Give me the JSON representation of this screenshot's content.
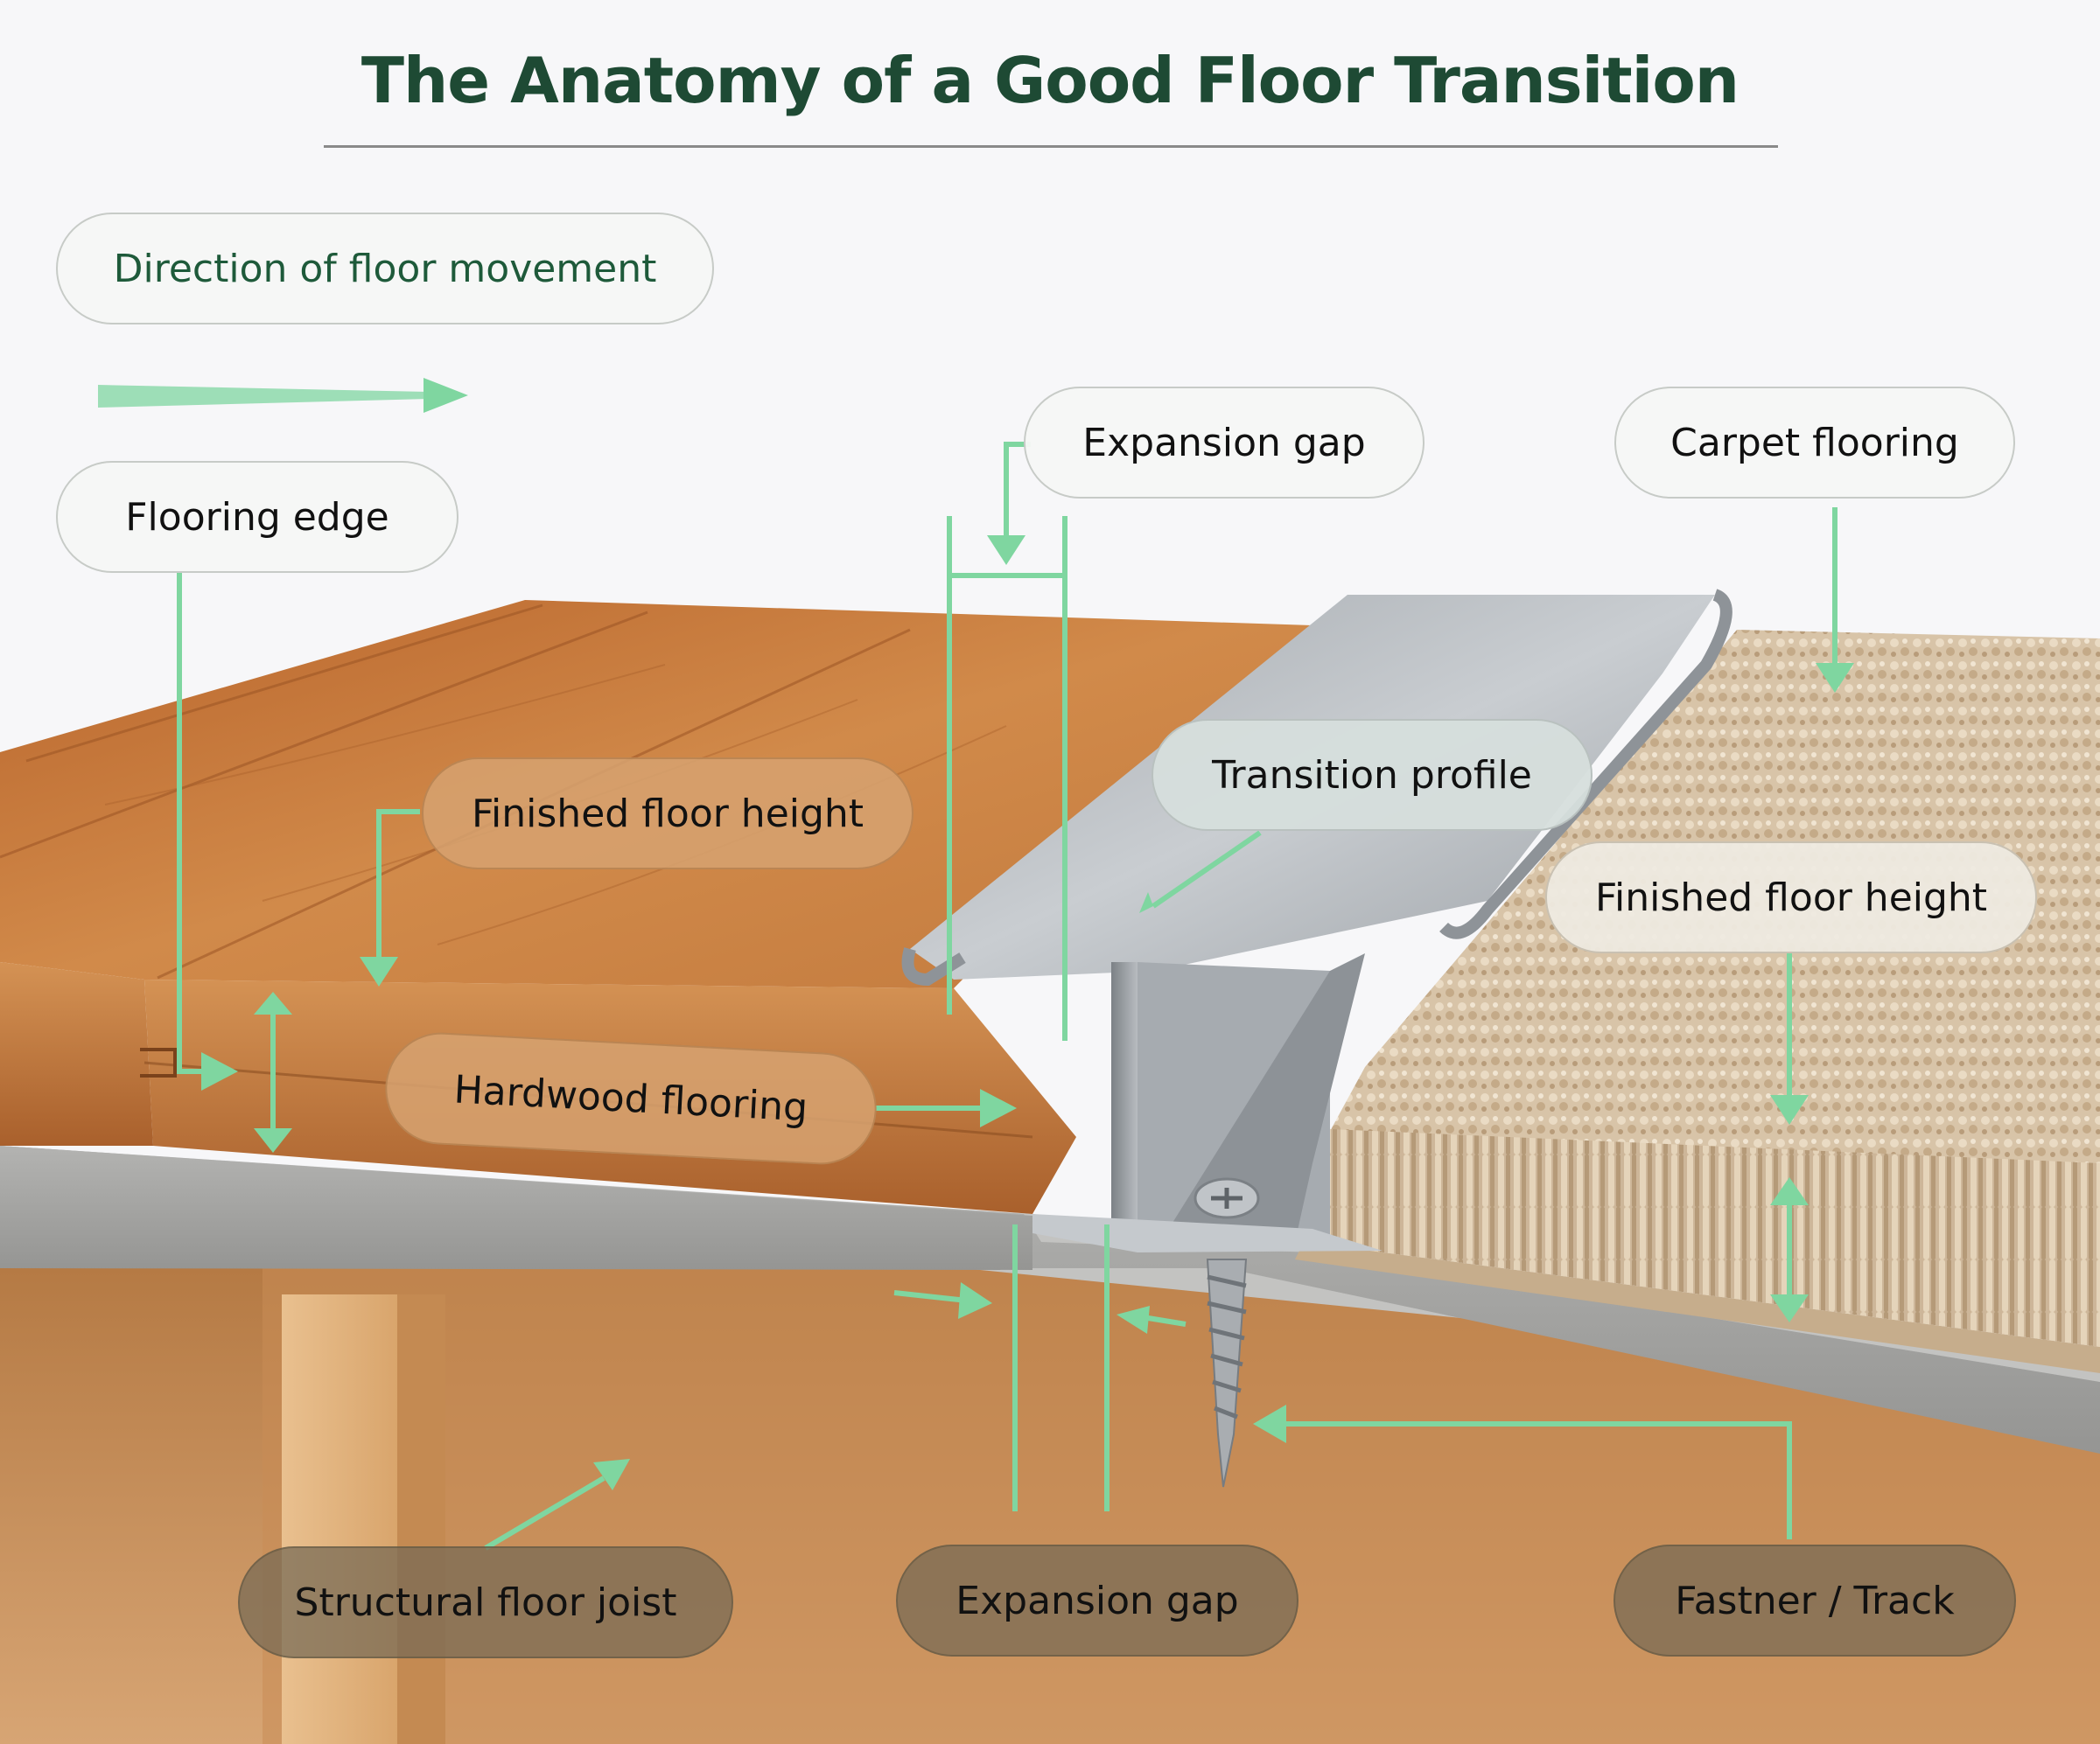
{
  "title": "The Anatomy of a Good Floor Transition",
  "labels": {
    "direction": "Direction of floor movement",
    "flooring_edge": "Flooring edge",
    "expansion_gap_top": "Expansion gap",
    "carpet_flooring": "Carpet flooring",
    "finished_height_left": "Finished floor height",
    "transition_profile": "Transition profile",
    "finished_height_right": "Finished floor height",
    "hardwood_flooring": "Hardwood flooring",
    "structural_joist": "Structural floor joist",
    "expansion_gap_bottom": "Expansion gap",
    "fastener_track": "Fastner / Track"
  },
  "colors": {
    "title": "#1e4a34",
    "arrow": "#7fd6a0",
    "wood": "#c8834a",
    "metal": "#b3b7bb",
    "carpet": "#d9c4a6",
    "subfloor": "#a8a8a6",
    "joist": "#e6b98a"
  }
}
